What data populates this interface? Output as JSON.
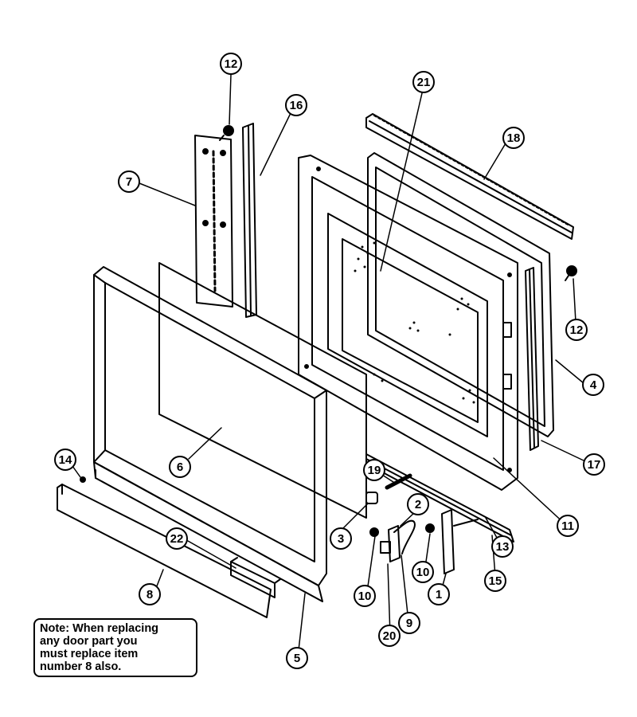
{
  "callouts": [
    {
      "id": "c1",
      "label": "1"
    },
    {
      "id": "c2",
      "label": "2"
    },
    {
      "id": "c3",
      "label": "3"
    },
    {
      "id": "c4",
      "label": "4"
    },
    {
      "id": "c5",
      "label": "5"
    },
    {
      "id": "c6",
      "label": "6"
    },
    {
      "id": "c7",
      "label": "7"
    },
    {
      "id": "c8",
      "label": "8"
    },
    {
      "id": "c9",
      "label": "9"
    },
    {
      "id": "c10a",
      "label": "10"
    },
    {
      "id": "c10b",
      "label": "10"
    },
    {
      "id": "c11",
      "label": "11"
    },
    {
      "id": "c12a",
      "label": "12"
    },
    {
      "id": "c12b",
      "label": "12"
    },
    {
      "id": "c13",
      "label": "13"
    },
    {
      "id": "c14",
      "label": "14"
    },
    {
      "id": "c15",
      "label": "15"
    },
    {
      "id": "c16",
      "label": "16"
    },
    {
      "id": "c17",
      "label": "17"
    },
    {
      "id": "c18",
      "label": "18"
    },
    {
      "id": "c19",
      "label": "19"
    },
    {
      "id": "c20",
      "label": "20"
    },
    {
      "id": "c21",
      "label": "21"
    },
    {
      "id": "c22",
      "label": "22"
    }
  ],
  "note": {
    "lines": [
      "Note:  When replacing",
      "any door part you",
      "must replace item",
      "number 8 also."
    ]
  }
}
